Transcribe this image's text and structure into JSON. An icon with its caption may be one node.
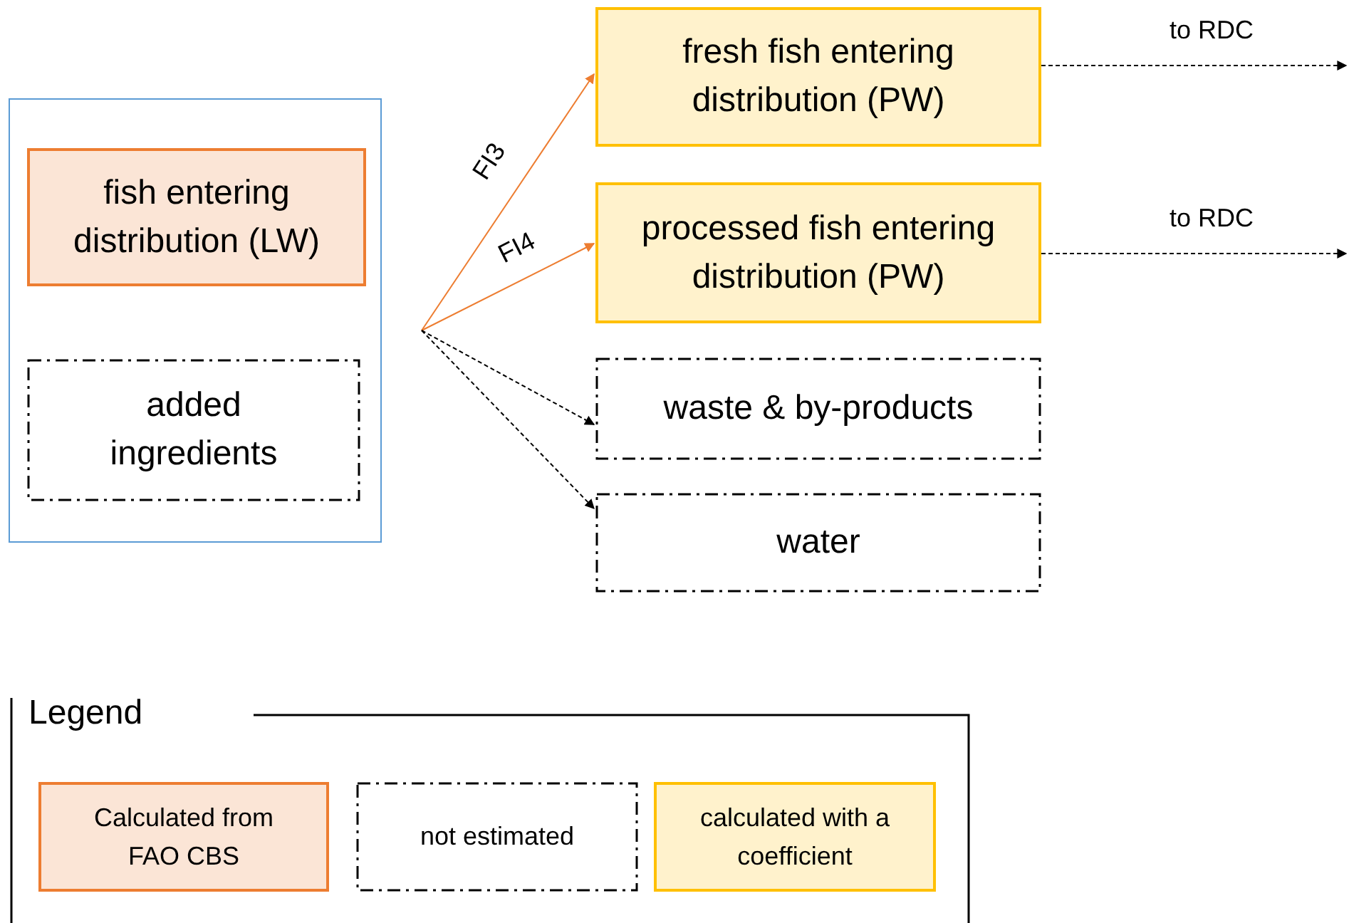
{
  "diagram": {
    "nodes": [
      {
        "text": [],
        "shape": "box"
      },
      {
        "text": [
          "fish entering distribution (LW)"
        ],
        "in": 0
      },
      {
        "text": [
          "added ingredients"
        ],
        "in": 0
      },
      {
        "text": [
          "fresh fish entering distribution (PW)"
        ]
      },
      {
        "text": [
          "processed fish entering distribution (PW)"
        ]
      },
      {
        "text": [
          "waste & by-products"
        ]
      },
      {
        "text": [
          "water"
        ]
      }
    ],
    "edges": [
      {
        "from": null,
        "to": 3,
        "arrow": "to",
        "label": "FI3",
        "color": "#ed7d31"
      },
      {
        "from": null,
        "to": 4,
        "arrow": "to",
        "label": "FI4",
        "color": "#ed7d31"
      },
      {
        "from": null,
        "to": 5,
        "arrow": "to",
        "style": "dashed"
      },
      {
        "from": null,
        "to": 6,
        "arrow": "to",
        "style": "dashed"
      },
      {
        "from": 3,
        "to": null,
        "arrow": "to",
        "label": "to RDC",
        "style": "dashed"
      },
      {
        "from": 4,
        "to": null,
        "arrow": "to",
        "label": "to RDC",
        "style": "dashed"
      }
    ],
    "labels": [
      "Legend"
    ],
    "legend": [
      {
        "text": "Calculated from FAO CBS",
        "color": "#fbe5d6"
      },
      {
        "text": "not estimated"
      },
      {
        "text": "calculated with a coefficient",
        "color": "#fff2cc"
      }
    ]
  }
}
